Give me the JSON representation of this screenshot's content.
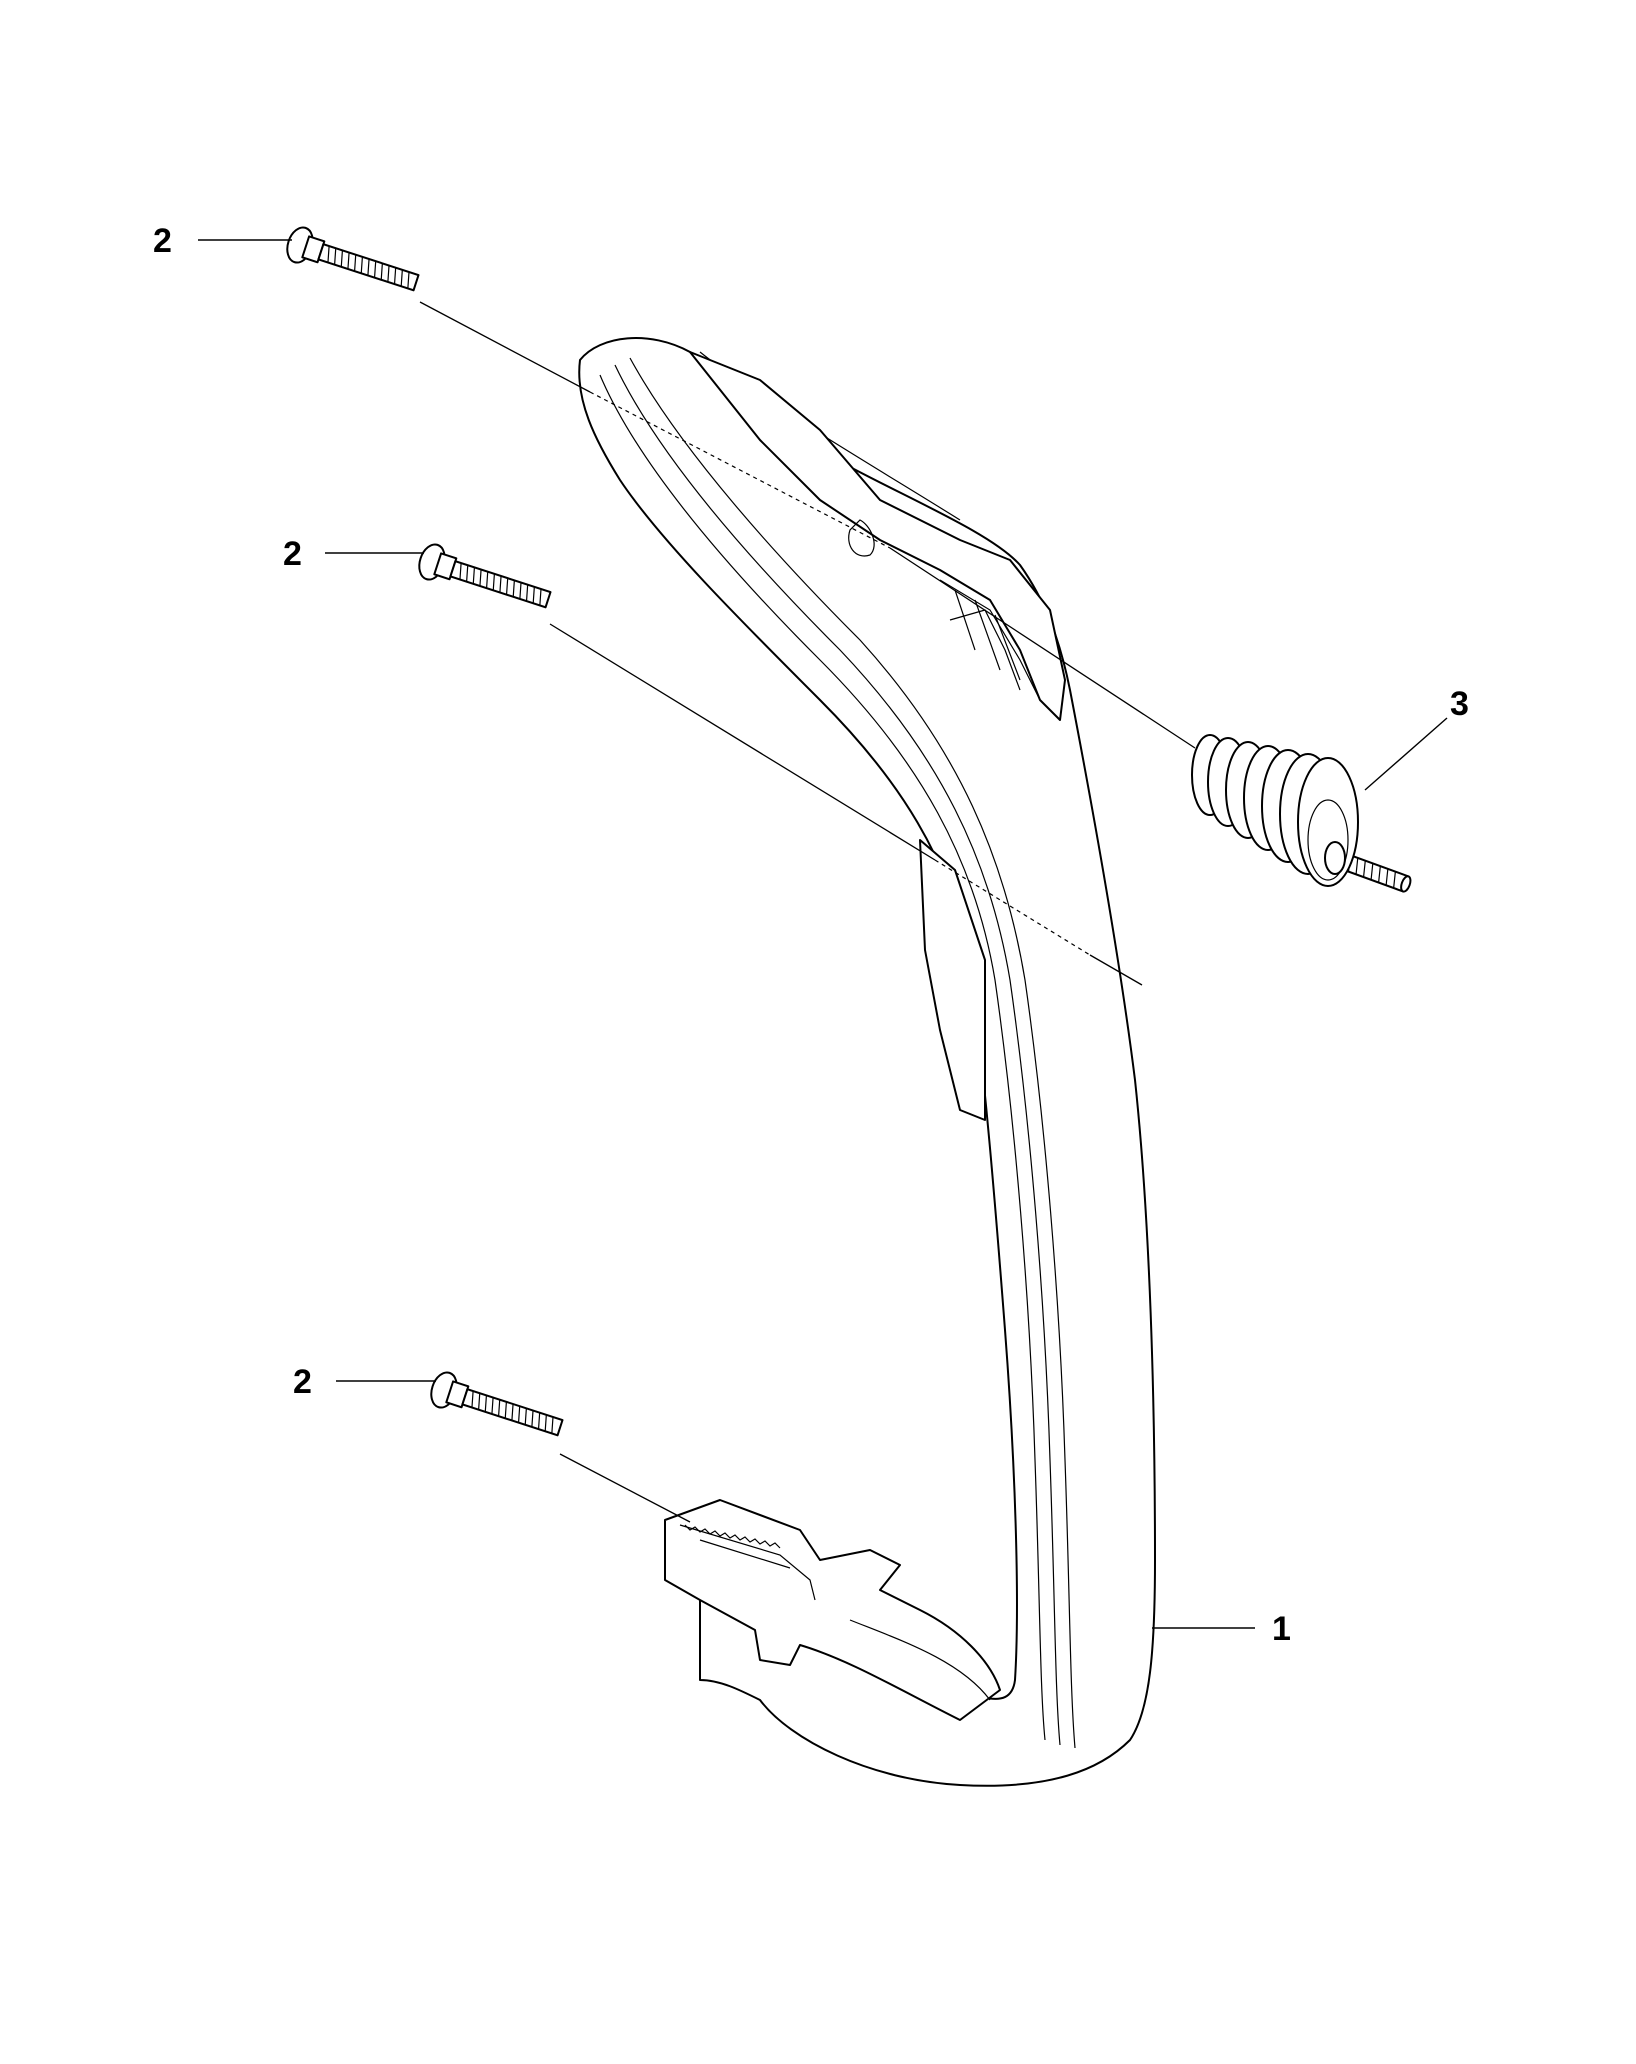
{
  "callouts": [
    {
      "id": "c1",
      "number": "1",
      "part": "handle"
    },
    {
      "id": "c2a",
      "number": "2",
      "part": "screw"
    },
    {
      "id": "c2b",
      "number": "2",
      "part": "screw"
    },
    {
      "id": "c2c",
      "number": "2",
      "part": "screw"
    },
    {
      "id": "c3",
      "number": "3",
      "part": "anti-vibration-spring"
    }
  ]
}
